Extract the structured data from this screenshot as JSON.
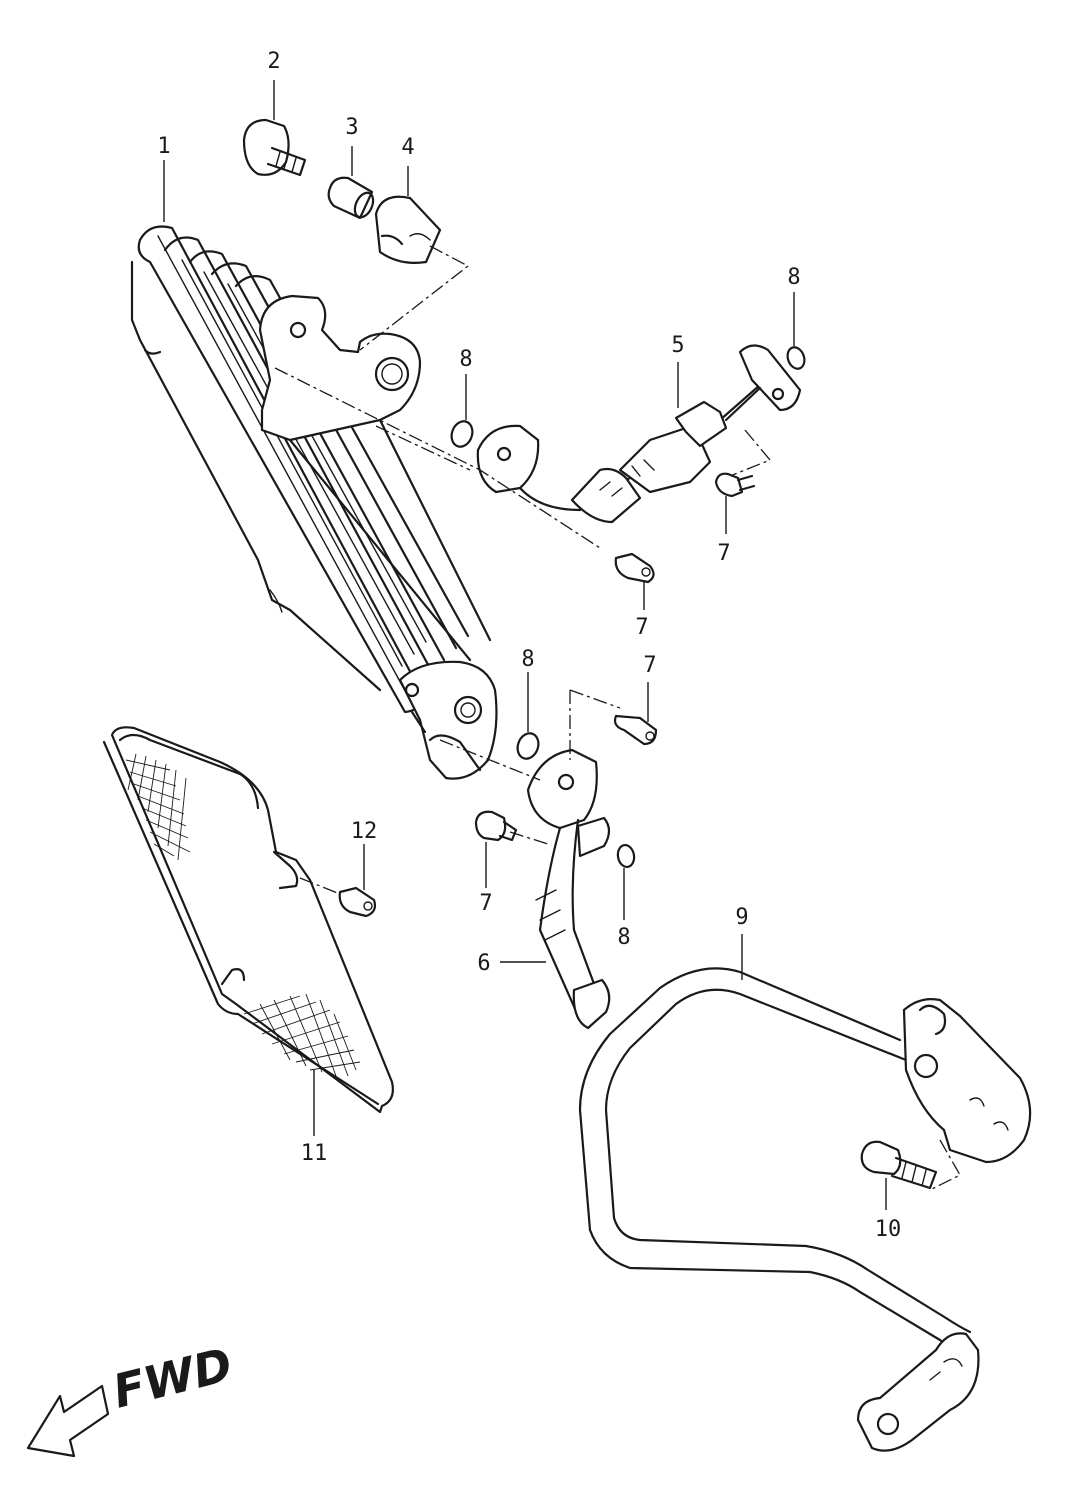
{
  "diagram": {
    "direction_label": "FWD",
    "callouts": {
      "c1": "1",
      "c2": "2",
      "c3": "3",
      "c4": "4",
      "c5": "5",
      "c6": "6",
      "c7a": "7",
      "c7b": "7",
      "c7c": "7",
      "c7d": "7",
      "c8a": "8",
      "c8b": "8",
      "c8c": "8",
      "c8d": "8",
      "c9": "9",
      "c10": "10",
      "c11": "11",
      "c12": "12"
    }
  }
}
